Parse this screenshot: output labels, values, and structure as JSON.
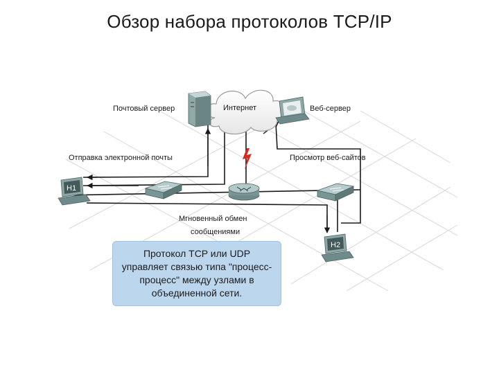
{
  "title": "Обзор набора протоколов TCP/IP",
  "labels": {
    "mail_server": "Почтовый сервер",
    "internet": "Интернет",
    "web_server": "Веб-сервер",
    "send_email": "Отправка электронной почты",
    "browse_web": "Просмотр веб-сайтов",
    "im_line1": "Мгновенный обмен",
    "im_line2": "сообщениями",
    "h1": "H1",
    "h2": "H2"
  },
  "note": "Протокол TCP или UDP управляет связью типа \"процесс-процесс\" между узлами в объединенной сети.",
  "colors": {
    "note_bg": "#bcd6ee",
    "lightning": "#d62a1e",
    "link": "#1a1a1a",
    "device": "#7f9a9a"
  }
}
